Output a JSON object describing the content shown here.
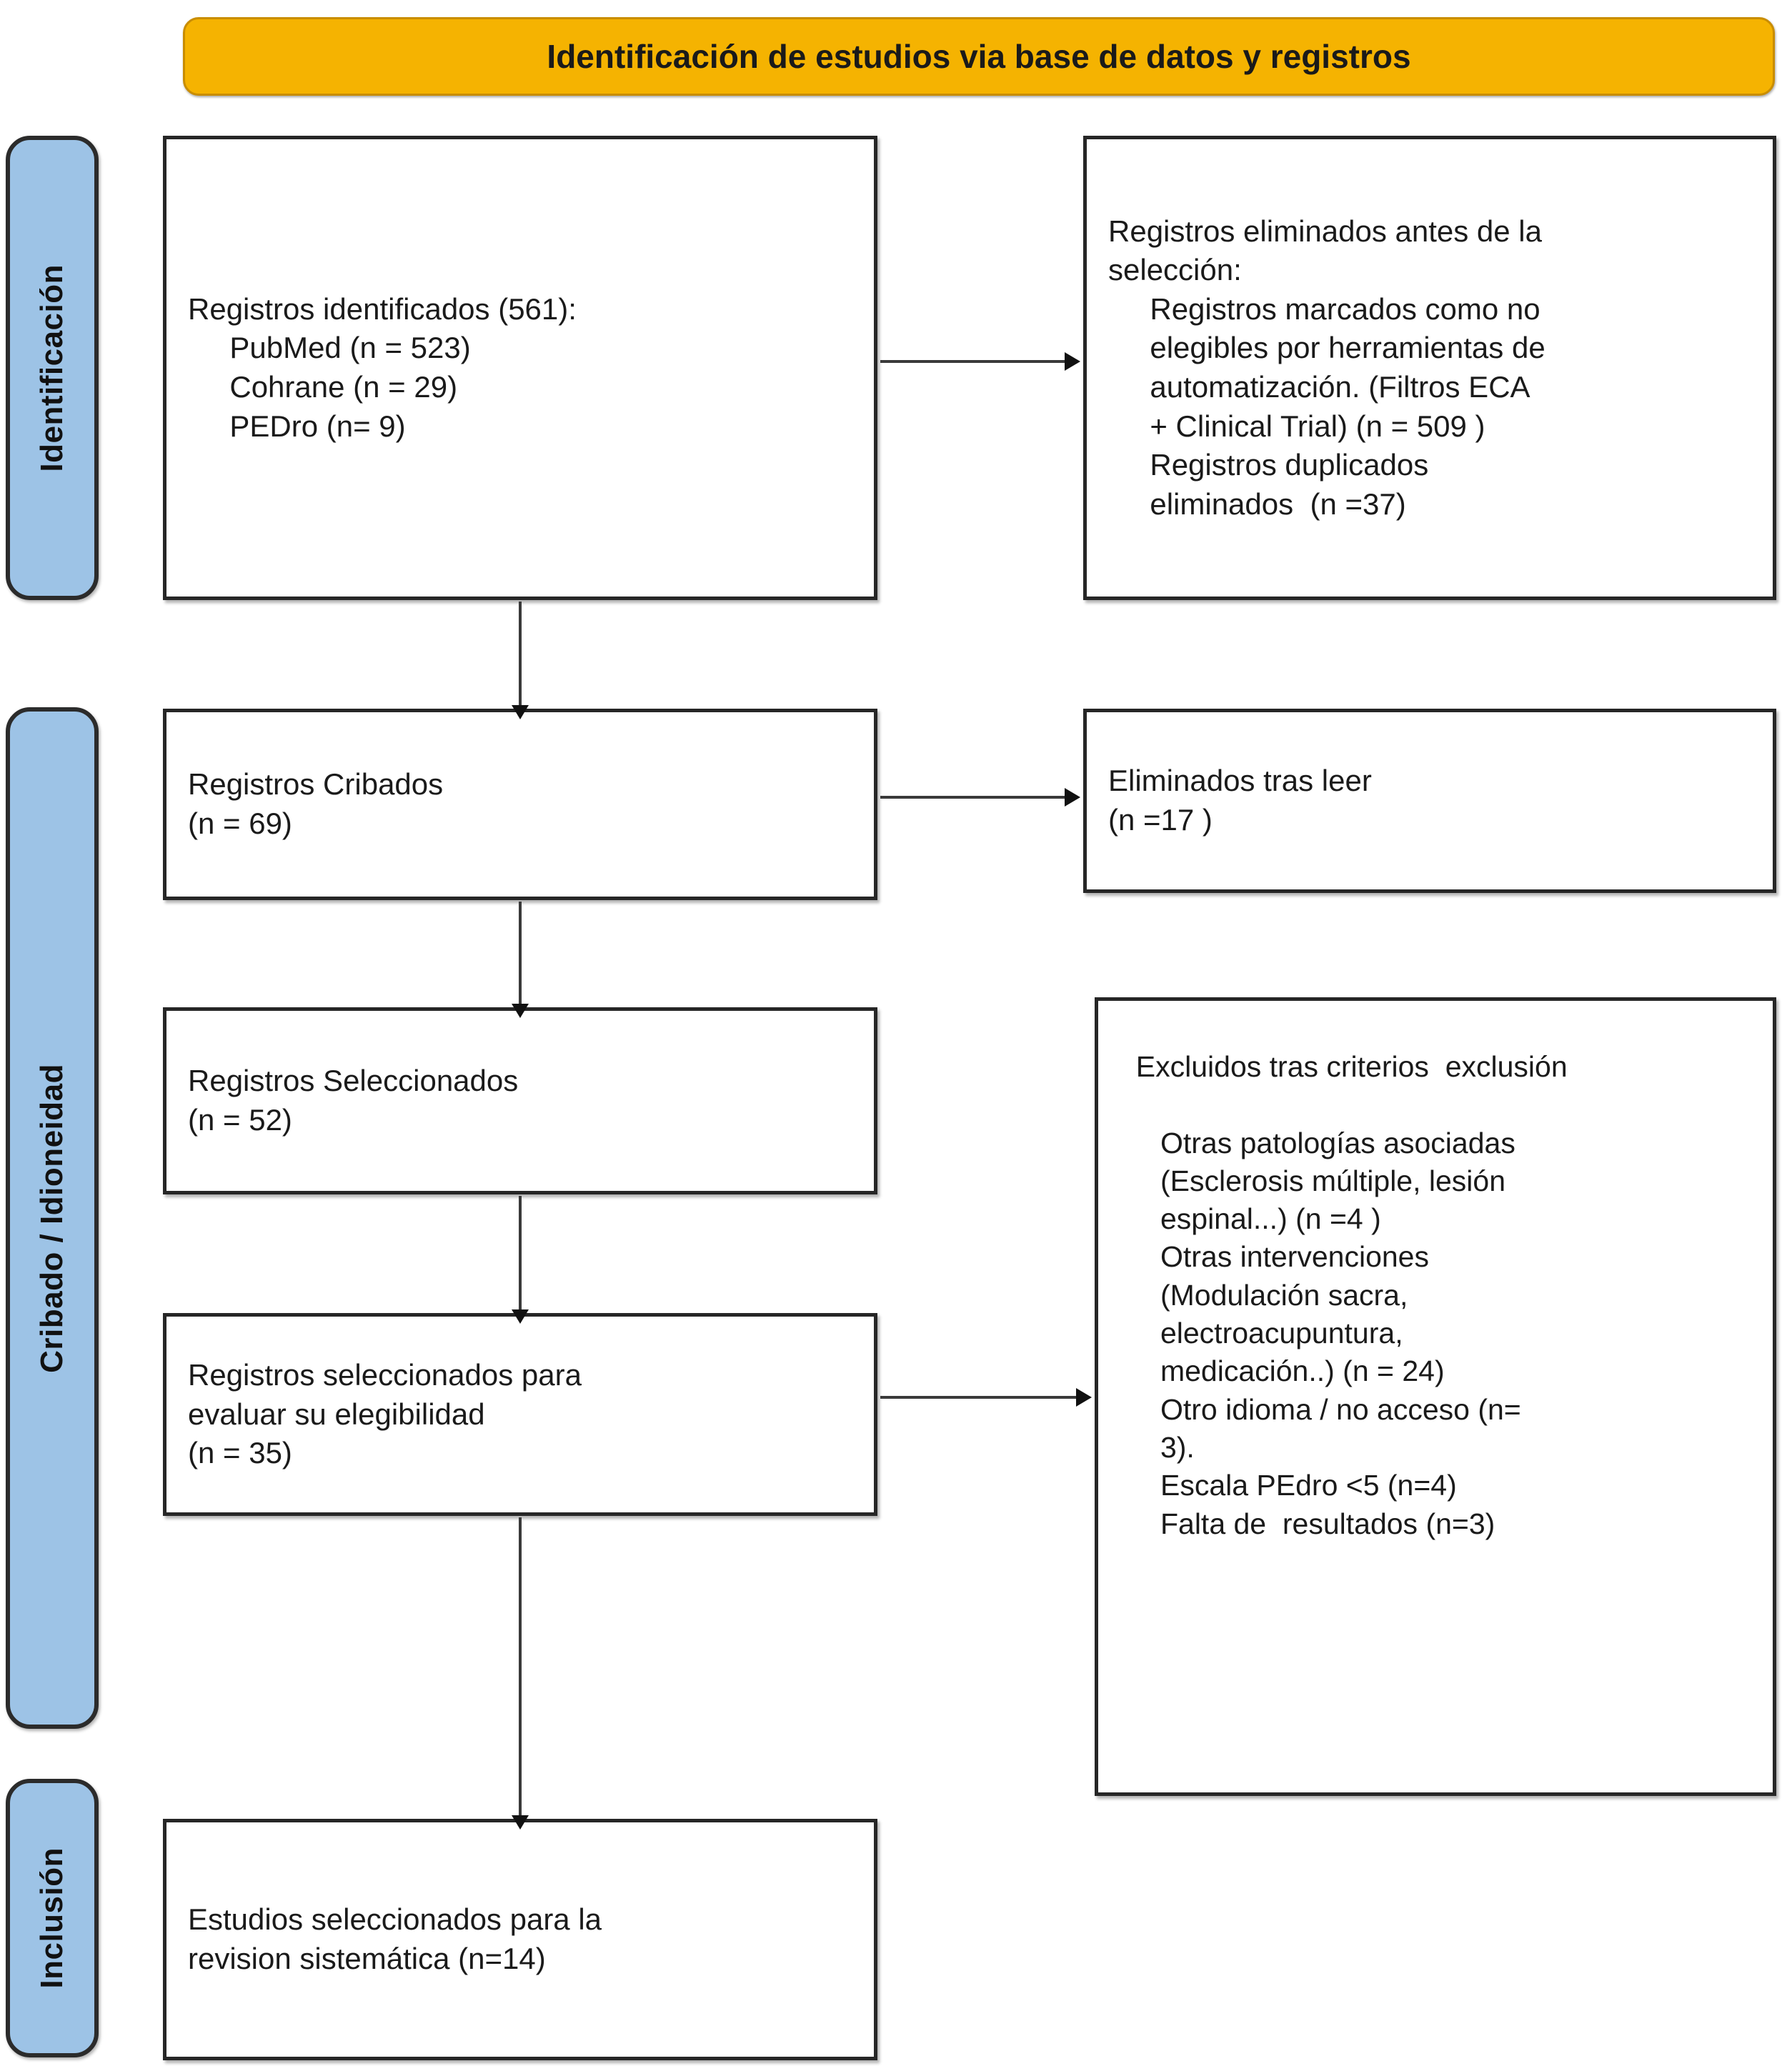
{
  "diagram": {
    "title": "Identificación de estudios via base de datos y registros",
    "stages": [
      {
        "id": "identificacion",
        "label": "Identificación"
      },
      {
        "id": "cribado",
        "label": "Cribado / Idioneidad"
      },
      {
        "id": "inclusion",
        "label": "Inclusión"
      }
    ],
    "boxes": {
      "identificados": {
        "name": "registros-identificados",
        "text": "Registros identificados (561):\n     PubMed (n = 523)\n     Cohrane (n = 29)\n     PEDro (n= 9)"
      },
      "eliminados_pre": {
        "name": "registros-eliminados-antes-seleccion",
        "text": "Registros eliminados antes de la\nselección:\n     Registros marcados como no\n     elegibles por herramientas de\n     automatización. (Filtros ECA\n     + Clinical Trial) (n = 509 )\n     Registros duplicados\n     eliminados  (n =37)"
      },
      "cribados": {
        "name": "registros-cribados",
        "text": "Registros Cribados\n(n = 69)"
      },
      "eliminados_leer": {
        "name": "eliminados-tras-leer",
        "text": "Eliminados tras leer\n(n =17 )"
      },
      "seleccionados": {
        "name": "registros-seleccionados",
        "text": "Registros Seleccionados\n(n = 52)"
      },
      "elegibilidad": {
        "name": "registros-seleccionados-elegibilidad",
        "text": "Registros seleccionados para\nevaluar su elegibilidad\n(n = 35)"
      },
      "excluidos": {
        "name": "excluidos-tras-criterios-exclusion",
        "text": "  Excluidos tras criterios  exclusión\n\n     Otras patologías asociadas\n     (Esclerosis múltiple, lesión\n     espinal...) (n =4 )\n     Otras intervenciones\n     (Modulación sacra,\n     electroacupuntura,\n     medicación..) (n = 24)\n     Otro idioma / no acceso (n=\n     3).\n     Escala PEdro <5 (n=4)\n     Falta de  resultados (n=3)"
      },
      "incluidos": {
        "name": "estudios-incluidos",
        "text": "Estudios seleccionados para la\nrevision sistemática (n=14)"
      }
    },
    "counts": {
      "identificados_total": 561,
      "pubmed": 523,
      "cohrane": 29,
      "pedro": 9,
      "eliminados_automatizacion": 509,
      "duplicados_eliminados": 37,
      "cribados": 69,
      "eliminados_tras_leer": 17,
      "seleccionados": 52,
      "elegibilidad": 35,
      "excl_otras_patologias": 4,
      "excl_otras_intervenciones": 24,
      "excl_otro_idioma": 3,
      "excl_escala_pedro": 4,
      "excl_falta_resultados": 3,
      "incluidos": 14
    },
    "colors": {
      "banner": "#F5B301",
      "banner_border": "#C98D00",
      "stage_tab": "#9DC3E6",
      "box_border": "#262626",
      "connector": "#3a3a3a"
    }
  }
}
